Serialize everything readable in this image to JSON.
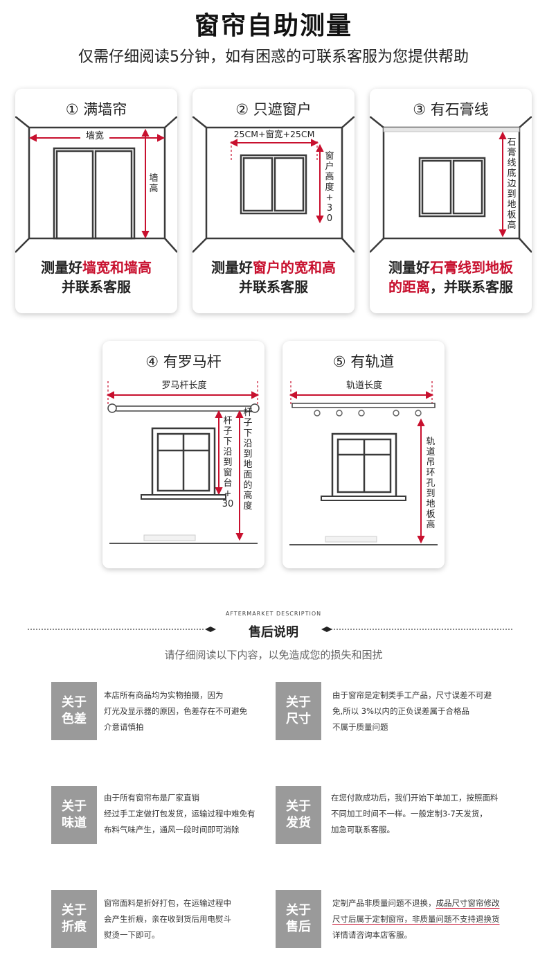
{
  "header": {
    "title": "窗帘自助测量",
    "subtitle": "仅需仔细阅读5分钟，如有困惑的可联系客服为您提供帮助"
  },
  "cards": [
    {
      "title": "① 满墙帘",
      "width_label": "墙宽",
      "height_label": "墙高",
      "caption_l1_pre": "测量好",
      "caption_l1_red": "墙宽和墙高",
      "caption_l2": "并联系客服"
    },
    {
      "title": "② 只遮窗户",
      "width_label": "25CM+窗宽+25CM",
      "height_label": "窗户高度+30",
      "caption_l1_pre": "测量好",
      "caption_l1_red": "窗户的宽和高",
      "caption_l2": "并联系客服"
    },
    {
      "title": "③ 有石膏线",
      "height_label": "石膏线底边到地板高",
      "caption_l1_pre": "测量好",
      "caption_l1_red": "石膏线到地板",
      "caption_l2_red": "的距离",
      "caption_l2": "，并联系客服"
    },
    {
      "title": "④ 有罗马杆",
      "width_label": "罗马杆长度",
      "height_label_1": "杆子下沿到窗台+30",
      "height_label_2": "杆子下沿到地面的高度"
    },
    {
      "title": "⑤ 有轨道",
      "width_label": "轨道长度",
      "height_label": "轨道吊环孔到地板高"
    }
  ],
  "aftermarket": {
    "heading_en": "AFTERMARKET DESCRIPTION",
    "heading": "售后说明",
    "note": "请仔细阅读以下内容，以免造成您的损失和困扰",
    "items": [
      {
        "tile_1": "关于",
        "tile_2": "色差",
        "lines": [
          "本店所有商品均为实物拍摄，因为",
          "灯光及显示器的原因，色差存在不可避免",
          "介意请慎拍"
        ]
      },
      {
        "tile_1": "关于",
        "tile_2": "尺寸",
        "lines": [
          "由于窗帘是定制类手工产品，尺寸误差不可避",
          "免,所以 3%以内的正负误差属于合格品",
          "不属于质量问题"
        ]
      },
      {
        "tile_1": "关于",
        "tile_2": "味道",
        "lines": [
          "由于所有窗帘布是厂家直销",
          "经过手工定做打包发货，运输过程中难免有",
          "布料气味产生，通风一段时间即可消除"
        ]
      },
      {
        "tile_1": "关于",
        "tile_2": "发货",
        "lines": [
          "在您付款成功后，我们开始下单加工，按照面料",
          "不同加工时间不一样。一般定制3-7天发货，",
          "加急可联系客服。"
        ]
      },
      {
        "tile_1": "关于",
        "tile_2": "折痕",
        "lines": [
          "窗帘面料是折好打包，在运输过程中",
          "会产生折痕，亲在收到货后用电熨斗",
          "熨烫一下即可。"
        ]
      },
      {
        "tile_1": "关于",
        "tile_2": "售后",
        "line1_pre": "定制产品非质量问题不退换，",
        "line1_ul": "成品尺寸窗帘修改",
        "line2_ul": "尺寸后属于定制窗帘，非质量问题不支持退换货",
        "line3": "详情请咨询本店客服。"
      }
    ]
  },
  "colors": {
    "accent_red": "#c8102e",
    "tile_gray": "#9a9a9a",
    "line_dark": "#3a3a3a"
  }
}
